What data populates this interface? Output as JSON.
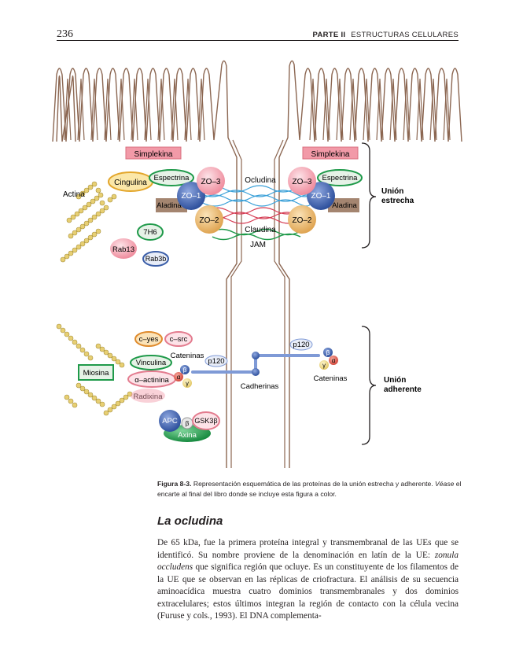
{
  "header": {
    "page_number": "236",
    "part_label": "PARTE II",
    "part_title": "ESTRUCTURAS CELULARES"
  },
  "figure": {
    "labels": {
      "simplekina": "Simplekina",
      "cingulina": "Cingulina",
      "espectrina": "Espectrina",
      "zo1": "ZO–1",
      "zo2": "ZO–2",
      "zo3": "ZO–3",
      "aladina": "Aladina",
      "actina": "Actina",
      "ocludina": "Ocludina",
      "claudina": "Claudina",
      "jam": "JAM",
      "h7": "7H6",
      "rab13": "Rab13",
      "rab3b": "Rab3b",
      "c_yes": "c–yes",
      "c_src": "c–src",
      "cateninas": "Cateninas",
      "miosina": "Miosina",
      "vinculina": "Vinculina",
      "alfa_actinina": "α–actinina",
      "radixina": "Radixina",
      "p120": "p120",
      "cadherinas": "Cadherinas",
      "apc": "APC",
      "gsk3b": "GSK3β",
      "axina": "Axina",
      "alpha": "α",
      "beta": "β",
      "gamma": "γ",
      "union_estrecha_line1": "Unión",
      "union_estrecha_line2": "estrecha",
      "union_adherente_line1": "Unión",
      "union_adherente_line2": "adherente"
    }
  },
  "caption": {
    "label": "Figura 8-3.",
    "text_1": " Representación esquemática de las proteínas de la unión estrecha y adherente. ",
    "vease": "Véase",
    "text_2": " el encarte al final del libro donde se incluye esta figura a color."
  },
  "section": {
    "heading": "La ocludina"
  },
  "body": {
    "part_1": "De 65 kDa, fue la primera proteína integral y transmembranal de las UEs que se identificó. Su nombre proviene de la denominación en latín de la UE: ",
    "italic_term": "zonula occludens",
    "part_2": " que significa región que ocluye. Es un constituyente de los filamentos de la UE que se observan en las réplicas de criofractura. El análisis de su secuencia aminoacídica muestra cuatro dominios transmembranales y dos dominios extracelulares; estos últimos integran la región de contacto con la célula vecina (Furuse y cols., 1993). El DNA complementa-"
  },
  "colors": {
    "membrane": "#8b6651",
    "pink": "#f29aa8",
    "pink_light": "#f9c6d0",
    "green": "#1f9a4a",
    "blue": "#3b5ea8",
    "orange": "#e9b96a",
    "brown": "#a48570",
    "yellow": "#e8d27a",
    "link_blue": "#7f9ad6"
  }
}
